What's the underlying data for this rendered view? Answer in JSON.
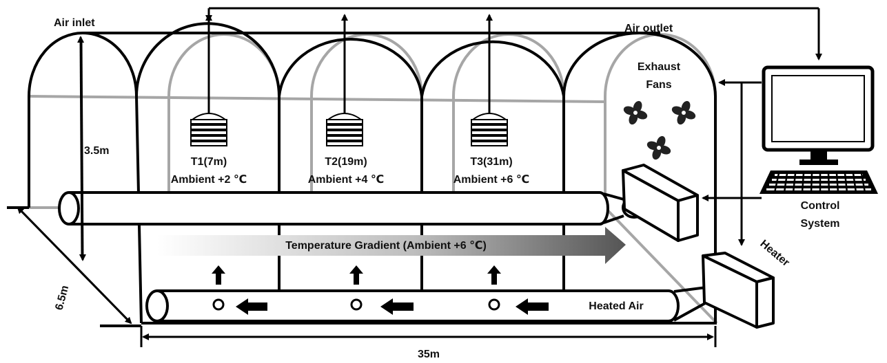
{
  "labels": {
    "air_inlet": "Air inlet",
    "air_outlet": "Air outlet",
    "exhaust_line1": "Exhaust",
    "exhaust_line2": "Fans",
    "control_line1": "Control",
    "control_line2": "System",
    "heater": "Heater",
    "heated_air": "Heated Air",
    "gradient": "Temperature Gradient (Ambient +6 ℃)"
  },
  "sensors": [
    {
      "name": "T1(7m)",
      "ambient": "Ambient +2 ℃"
    },
    {
      "name": "T2(19m)",
      "ambient": "Ambient +4 ℃"
    },
    {
      "name": "T3(31m)",
      "ambient": "Ambient +6 ℃"
    }
  ],
  "dimensions": {
    "height": "3.5m",
    "width": "6.5m",
    "length": "35m"
  },
  "colors": {
    "line": "#000000",
    "rear_frame": "#a6a6a6",
    "gradient_start": "#ffffff",
    "gradient_end": "#555555"
  }
}
